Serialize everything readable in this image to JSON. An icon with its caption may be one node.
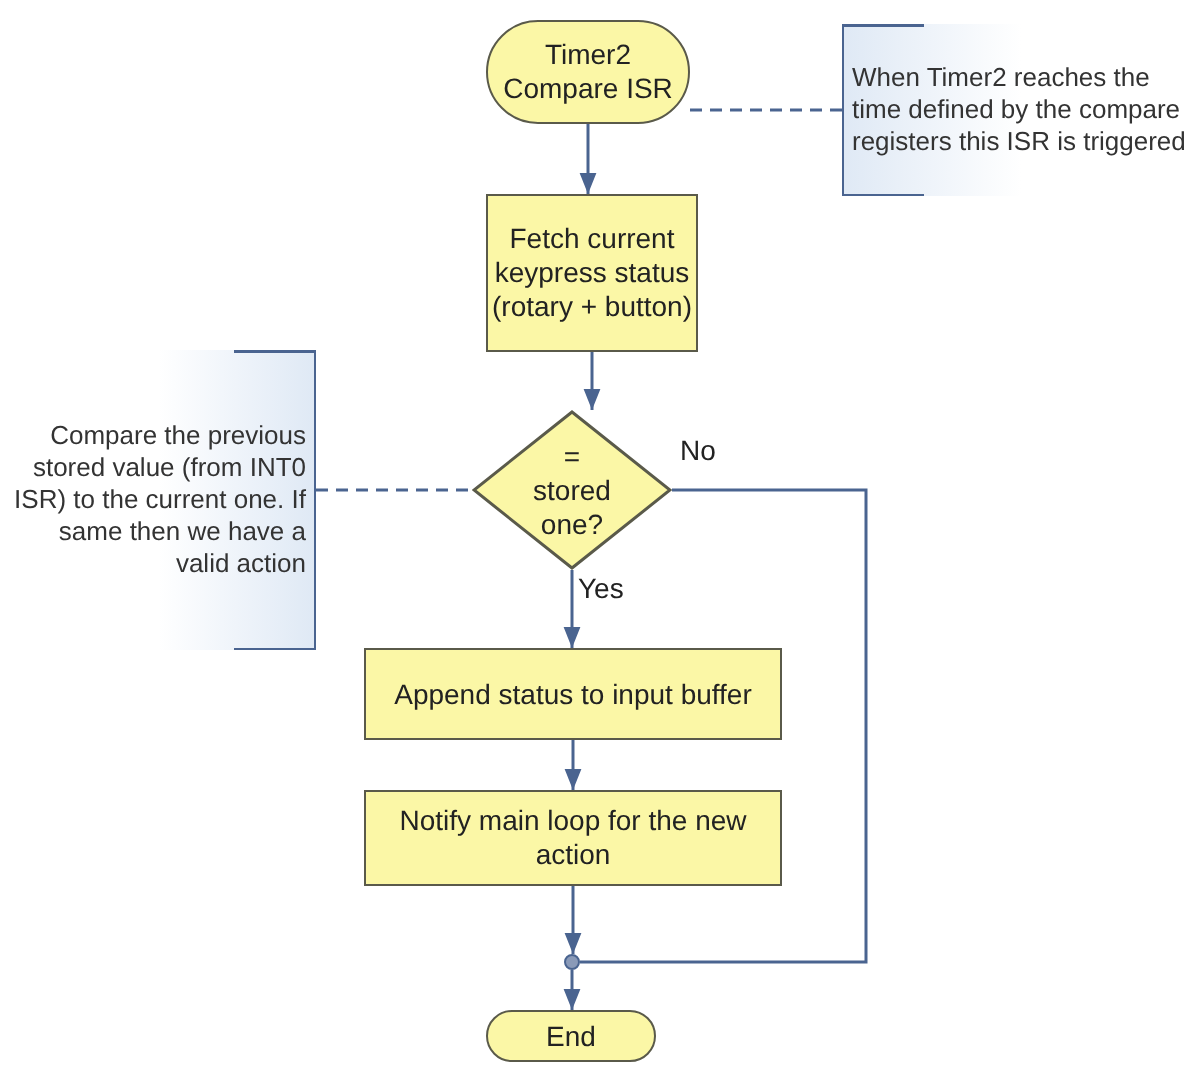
{
  "diagram": {
    "nodes": [
      {
        "text": [
          "Timer2 Compare ISR"
        ]
      },
      {
        "text": [
          "When Timer2 reaches the time defined by the compare registers this ISR is triggered"
        ]
      },
      {
        "text": [
          "Fetch current keypress status (rotary + button)"
        ]
      },
      {
        "text": [
          "Compare the previous stored value (from INT0 ISR) to the current one. If same then we have a valid action"
        ]
      },
      {
        "text": [
          "= stored one?"
        ]
      },
      {
        "text": [
          "Append status to input buffer"
        ]
      },
      {
        "text": [
          "Notify main loop for the new action"
        ]
      },
      {
        "text": [],
        "shape": "circle"
      },
      {
        "text": [
          "End"
        ]
      }
    ],
    "edges": [
      {
        "from": 1,
        "to": 0,
        "arrow": "none",
        "style": "dashed"
      },
      {
        "from": 0,
        "to": 2,
        "arrow": "to"
      },
      {
        "from": 2,
        "to": 4,
        "arrow": "to"
      },
      {
        "from": 3,
        "to": 4,
        "arrow": "none",
        "style": "dashed"
      },
      {
        "from": 4,
        "to": 5,
        "arrow": "to",
        "label": "Yes"
      },
      {
        "from": 4,
        "to": 7,
        "arrow": "none",
        "label": "No"
      },
      {
        "from": 5,
        "to": 6,
        "arrow": "to"
      },
      {
        "from": 6,
        "to": 7,
        "arrow": "to"
      },
      {
        "from": 7,
        "to": 8,
        "arrow": "to"
      }
    ]
  }
}
